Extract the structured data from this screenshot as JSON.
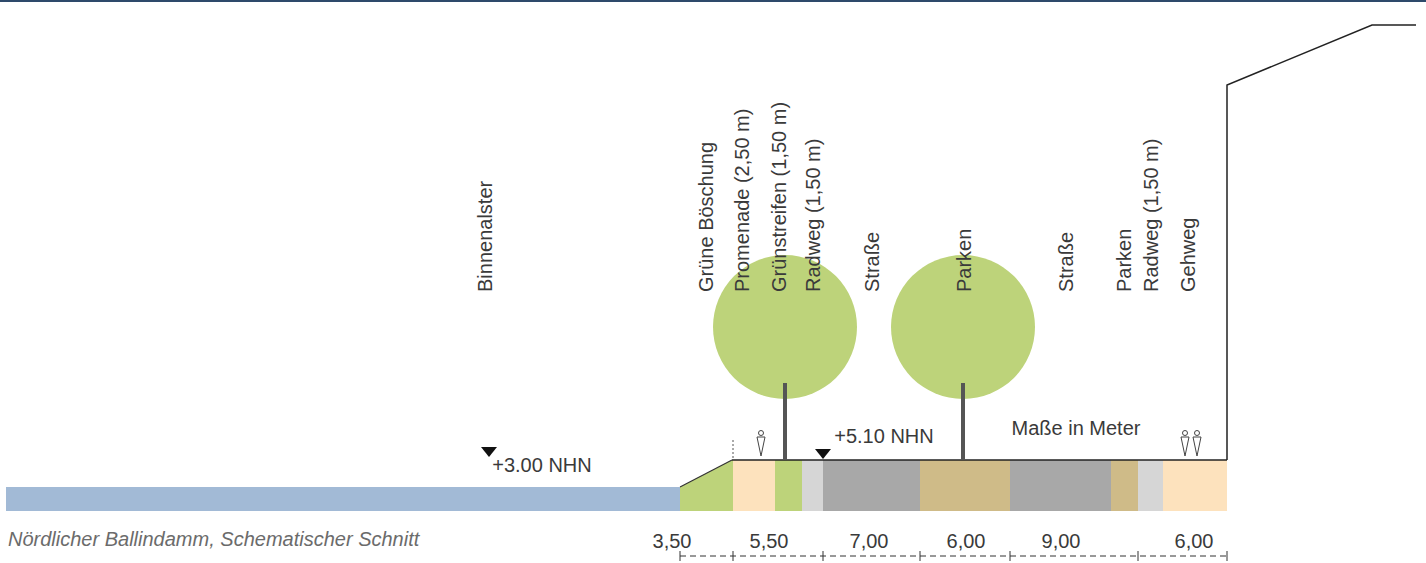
{
  "diagram": {
    "caption": "Nördlicher Ballindamm, Schematischer Schnitt",
    "labels": [
      "Binnenalster",
      "Grüne Böschung",
      "Promenade (2,50 m)",
      "Grünstreifen (1,50 m)",
      "Radweg (1,50 m)",
      "Straße",
      "Parken",
      "Straße",
      "Parken",
      "Radweg (1,50 m)",
      "Gehweg",
      "+3.00 NHN",
      "+5.10 NHN",
      "Maße in Meter",
      "3,50",
      "5,50",
      "7,00",
      "6,00",
      "9,00",
      "6,00"
    ]
  }
}
